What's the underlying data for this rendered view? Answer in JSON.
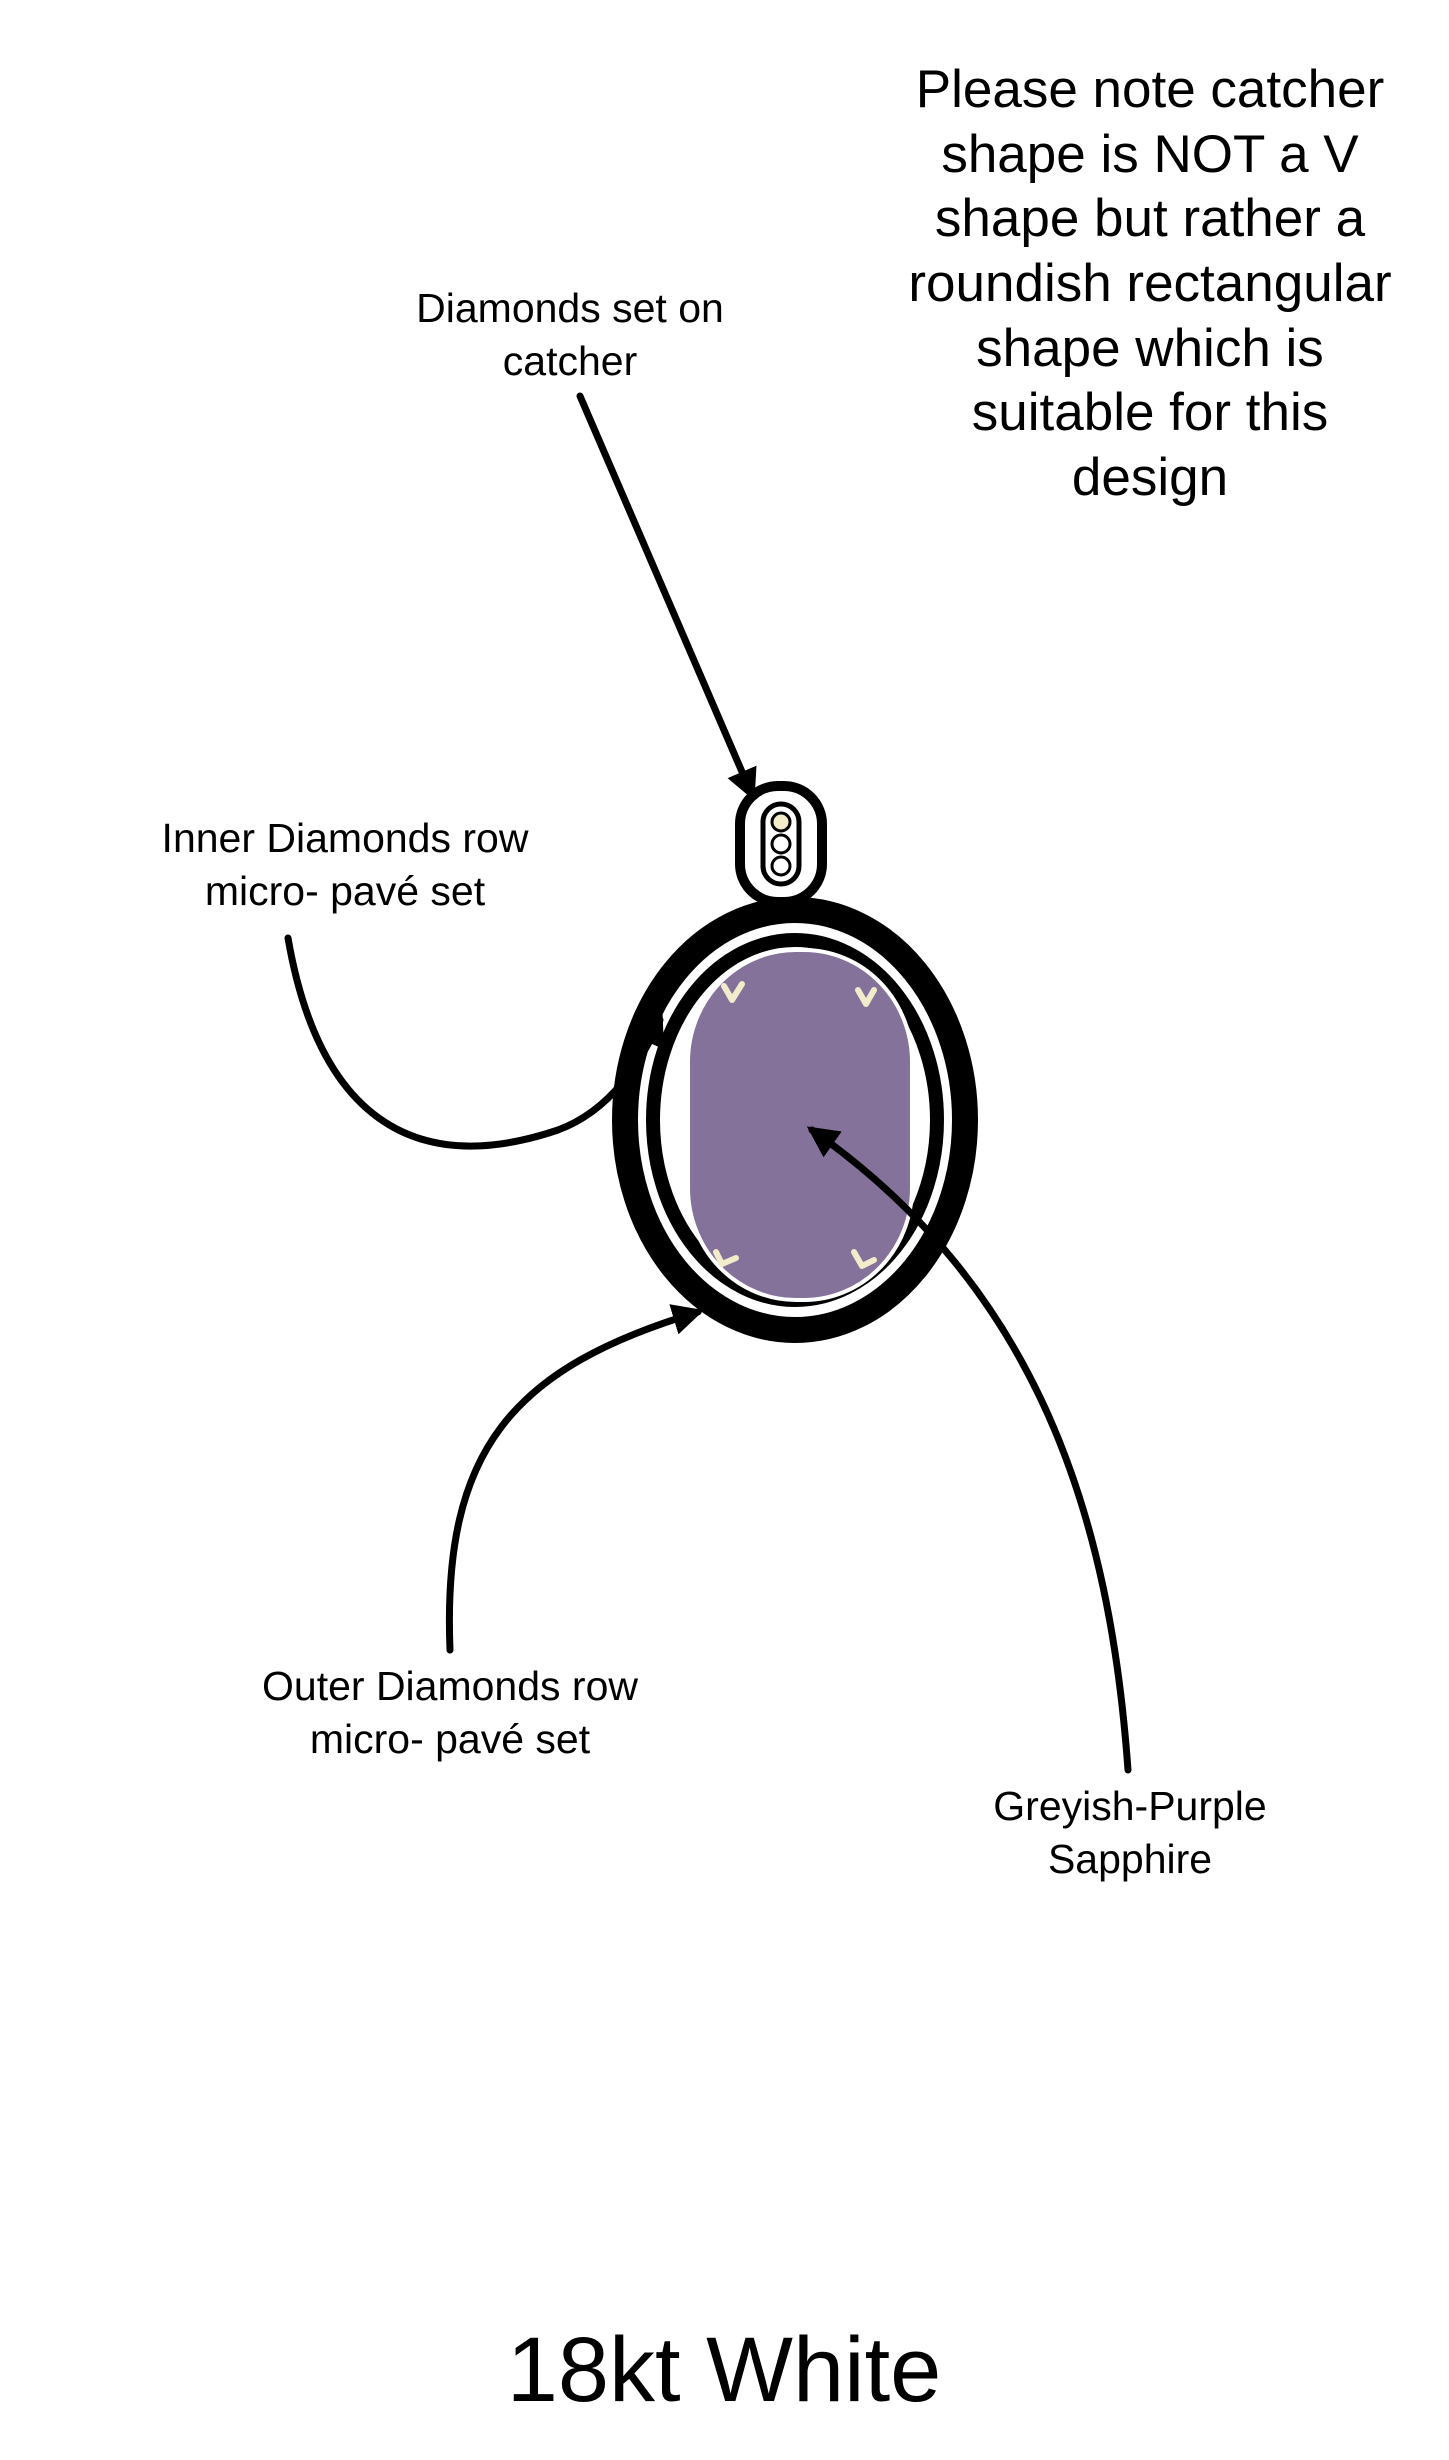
{
  "annotations": {
    "catcher_diamonds": "Diamonds set on\ncatcher",
    "inner_row": "Inner Diamonds row\nmicro- pavé set",
    "outer_row": "Outer Diamonds row\nmicro- pavé set",
    "sapphire": "Greyish-Purple\nSapphire"
  },
  "note": "Please note catcher\nshape is NOT a V\nshape but rather a\nroundish rectangular\nshape which is\nsuitable for this\ndesign",
  "metal": "18kt White",
  "colors": {
    "outline": "#000000",
    "sapphire": "#84729a",
    "prongs": "#f2eccb",
    "background": "#ffffff"
  }
}
